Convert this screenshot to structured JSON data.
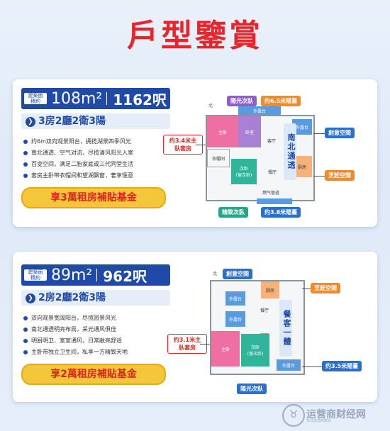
{
  "title": "戶型鑒賞",
  "unit1": {
    "area_label": "建築面積約",
    "area_sqm": "108m²",
    "area_sqft": "1162呎",
    "layout": "3房2廳2衛3陽",
    "features": [
      "约6m双向观景阳台，拥揽湖景四季风光",
      "南北通透、空气对流，尽揽清风阳光入室",
      "百变空间，满足二胎家庭或三代同堂生活",
      "套房主卧带衣帽间和望湖飘窗，奢享惬意"
    ],
    "subsidy": "享3萬租房補貼基金",
    "plan": {
      "tag_sun_room": "陽光次臥",
      "tag_balcony_top": "约6.5米陽臺",
      "tag_master": "约3.4米主臥套房",
      "tag_creative": "創意空間",
      "tag_kitchen": "烹飪空間",
      "tag_fine_room": "精致次臥",
      "tag_balcony_bottom": "约3.8米陽臺",
      "ns_label": "南北通透",
      "rooms": {
        "r_master": "主卧",
        "r_bedroom": "卧室",
        "r_living": "客厅",
        "r_closet": "衣帽间",
        "r_second": "次卧\n(留次卧)",
        "r_dining": "餐厅",
        "r_kitchen": "厨房",
        "r_balc": "外露台",
        "r_balc2": "外露台",
        "r_gas": "燃气管道",
        "north": "北"
      }
    }
  },
  "unit2": {
    "area_label": "建築面積約",
    "area_sqm": "89m²",
    "area_sqft": "962呎",
    "layout": "2房2廳2衛3陽",
    "features": [
      "双向观景宽阔阳台，尽揽园景风光",
      "南北通透明亮布局，采光通风俱佳",
      "明厨明卫、室室通风，日常敞亮舒适",
      "主卧带独立卫生间，私享一方精致天地"
    ],
    "subsidy": "享2萬租房補貼基金",
    "plan": {
      "tag_creative": "創意空間",
      "tag_kitchen": "烹飪空間",
      "tag_master": "约3.1米主臥套房",
      "tag_balcony": "约3.5米陽臺",
      "tag_sun_room": "陽光次臥",
      "ns_label": "餐客一體",
      "rooms": {
        "r_master": "主卧",
        "r_second": "次卧\n(留次卧)",
        "r_dining": "餐厅",
        "r_living": "客厅",
        "r_kitchen": "厨房",
        "r_balc": "外露台",
        "r_balc2": "外露台",
        "r_balc3": "外露台",
        "north": "北"
      }
    }
  },
  "watermark": {
    "text": "运营商财经网",
    "sub": "专注运营商资讯"
  },
  "colors": {
    "title": "#e8242c",
    "navy": "#1f4aa8",
    "subsidy_bg": "#f4c73a",
    "master_room": "#f06fa3",
    "purple_room": "#a880d6",
    "green_room": "#2fb59a",
    "blue_balcony": "#2a6fc9",
    "orange": "#f08a2a"
  }
}
